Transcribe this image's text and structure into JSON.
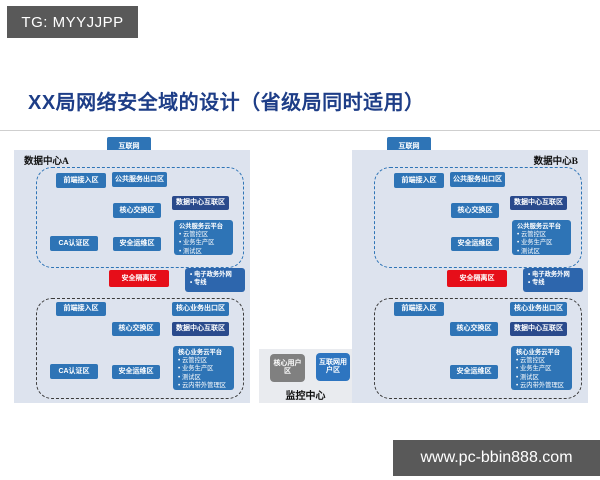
{
  "badge": {
    "text": "TG: MYYJJPP"
  },
  "watermark": {
    "text": "www.pc-bbin888.com"
  },
  "title": "XX局网络安全域的设计（省级局同时适用）",
  "colors": {
    "title": "#1d3d87",
    "zone_blue": "#2e74b6",
    "zone_dark_blue": "#2a4a8c",
    "isolation_red": "#e60e19",
    "panel_bg": "#dde3ee",
    "badge_bg": "#595959"
  },
  "monitor_center": {
    "label": "监控中心",
    "core_user_zone": "核心用户区",
    "internet_user_zone": "互联网用户区"
  },
  "panels": [
    {
      "label": "数据中心A",
      "internet": "互联网",
      "upper": {
        "frontend": "前端接入区",
        "pub_out": "公共服务出口区",
        "core_switch": "核心交换区",
        "dc_interconnect": "数据中心互联区",
        "ca": "CA认证区",
        "ops": "安全运维区",
        "cloud_title": "公共服务云平台",
        "cloud_items": [
          "云管控区",
          "业务生产区",
          "测试区"
        ]
      },
      "isolation": "安全隔离区",
      "egov_items": [
        "电子政务外网",
        "专线"
      ],
      "lower": {
        "frontend": "前端接入区",
        "core_out": "核心业务出口区",
        "core_switch": "核心交换区",
        "dc_interconnect": "数据中心互联区",
        "ca": "CA认证区",
        "ops": "安全运维区",
        "cloud_title": "核心业务云平台",
        "cloud_items": [
          "云管控区",
          "业务生产区",
          "测试区",
          "云内带外管理区"
        ]
      }
    },
    {
      "label": "数据中心B",
      "internet": "互联网",
      "upper": {
        "frontend": "前端接入区",
        "pub_out": "公共服务出口区",
        "core_switch": "核心交换区",
        "dc_interconnect": "数据中心互联区",
        "ops": "安全运维区",
        "cloud_title": "公共服务云平台",
        "cloud_items": [
          "云管控区",
          "业务生产区",
          "测试区"
        ]
      },
      "isolation": "安全隔离区",
      "egov_items": [
        "电子政务外网",
        "专线"
      ],
      "lower": {
        "frontend": "前端接入区",
        "core_out": "核心业务出口区",
        "core_switch": "核心交换区",
        "dc_interconnect": "数据中心互联区",
        "ops": "安全运维区",
        "cloud_title": "核心业务云平台",
        "cloud_items": [
          "云管控区",
          "业务生产区",
          "测试区",
          "云内带外管理区"
        ]
      }
    }
  ]
}
